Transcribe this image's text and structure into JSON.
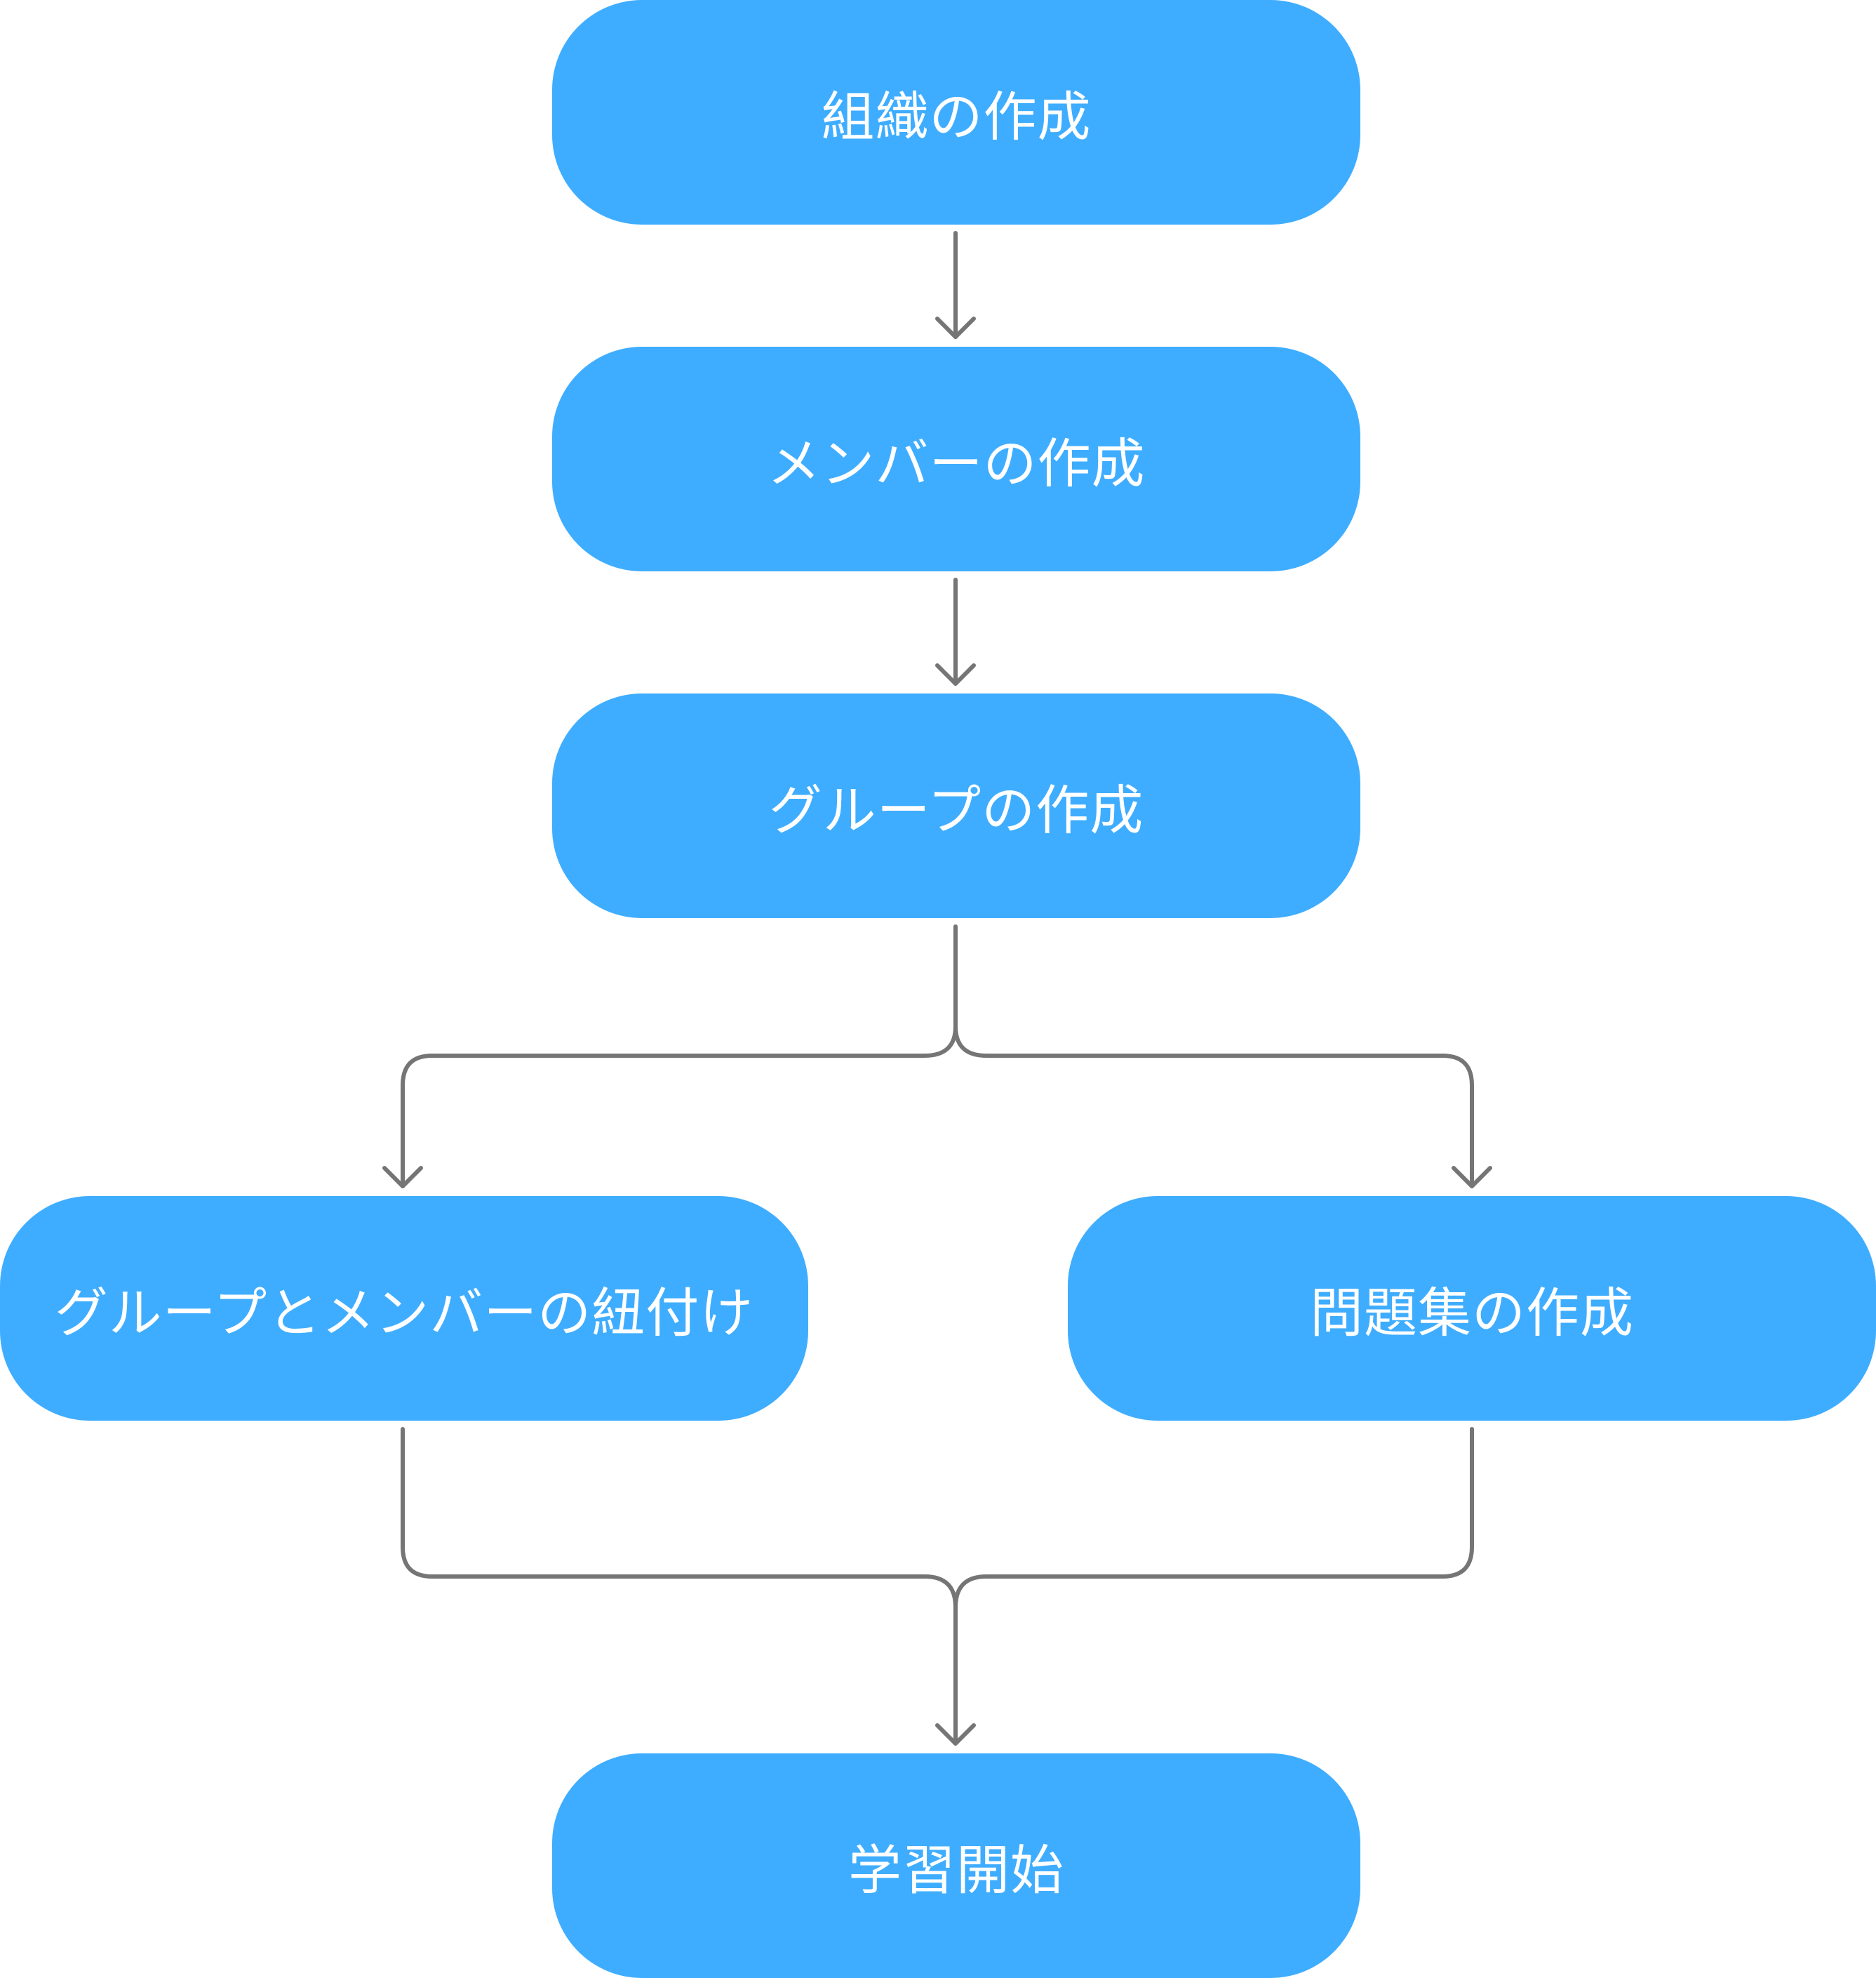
{
  "diagram": {
    "colors": {
      "node_fill": "#3fadff",
      "node_text": "#ffffff",
      "connector": "#757575",
      "background": "#ffffff"
    },
    "nodes": {
      "create_org": "組織の作成",
      "create_member": "メンバーの作成",
      "create_group": "グループの作成",
      "link_group_member": "グループとメンバーの紐付け",
      "create_question_set": "問題集の作成",
      "start_learning": "学習開始"
    },
    "edges": [
      {
        "from": "create_org",
        "to": "create_member"
      },
      {
        "from": "create_member",
        "to": "create_group"
      },
      {
        "from": "create_group",
        "to": "link_group_member"
      },
      {
        "from": "create_group",
        "to": "create_question_set"
      },
      {
        "from": "link_group_member",
        "to": "start_learning"
      },
      {
        "from": "create_question_set",
        "to": "start_learning"
      }
    ]
  }
}
